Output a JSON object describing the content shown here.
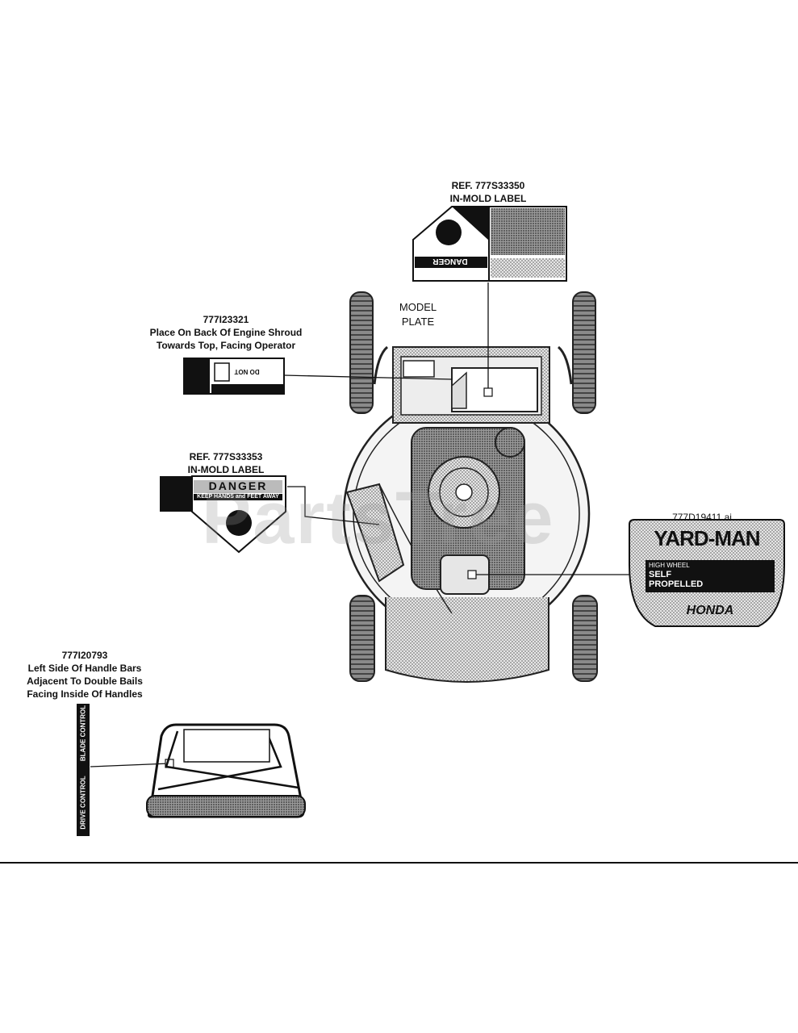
{
  "watermark": "PartsTree",
  "callouts": {
    "top_label": {
      "ref": "REF. 777S33350",
      "type": "IN-MOLD LABEL"
    },
    "engine_shroud": {
      "part": "777I23321",
      "line1": "Place On Back Of Engine Shroud",
      "line2": "Towards Top, Facing Operator"
    },
    "left_label": {
      "ref": "REF. 777S33353",
      "type": "IN-MOLD LABEL"
    },
    "model_plate": {
      "line1": "MODEL",
      "line2": "PLATE"
    },
    "brand_decal": {
      "part": "777D19411.ai"
    },
    "handle": {
      "part": "777I20793",
      "line1": "Left Side Of Handle Bars",
      "line2": "Adjacent To Double Bails",
      "line3": "Facing Inside Of Handles"
    }
  },
  "decals": {
    "danger_word": "DANGER",
    "keep_hands": "KEEP HANDS and FEET AWAY",
    "brand": "YARD-MAN",
    "brand_line1": "HIGH WHEEL",
    "brand_line2": "SELF",
    "brand_line3": "PROPELLED",
    "engine_brand": "HONDA",
    "blade_control": "BLADE CONTROL",
    "drive_control": "DRIVE CONTROL",
    "do_not": "DO NOT"
  },
  "colors": {
    "ink": "#111111",
    "gray": "#9a9a9a",
    "watermark": "#bdbdbd"
  }
}
